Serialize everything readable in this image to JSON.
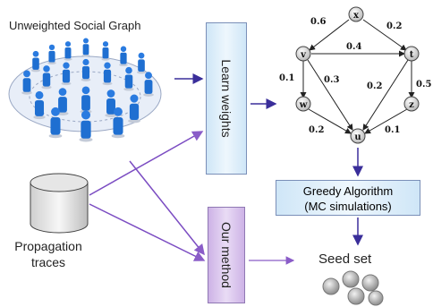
{
  "social_graph": {
    "title": "Unweighted Social Graph"
  },
  "propagation": {
    "label_line1": "Propagation",
    "label_line2": "traces"
  },
  "boxes": {
    "learn_weights": "Learn weights",
    "our_method": "Our method",
    "greedy_line1": "Greedy Algorithm",
    "greedy_line2": "(MC simulations)"
  },
  "seed": {
    "label": "Seed set"
  },
  "graph": {
    "nodes": {
      "x": "x",
      "v": "v",
      "t": "t",
      "w": "w",
      "z": "z",
      "u": "u"
    },
    "edge_weights": {
      "x_v": "0.6",
      "x_t": "0.2",
      "v_t": "0.4",
      "v_w": "0.1",
      "v_u": "0.3",
      "t_u": "0.2",
      "t_z": "0.5",
      "w_u": "0.2",
      "z_u": "0.1"
    }
  },
  "colors": {
    "arrow": "#3a2e9a",
    "purple_arrow": "#8a5cc8",
    "people": "#1f6fd1"
  }
}
